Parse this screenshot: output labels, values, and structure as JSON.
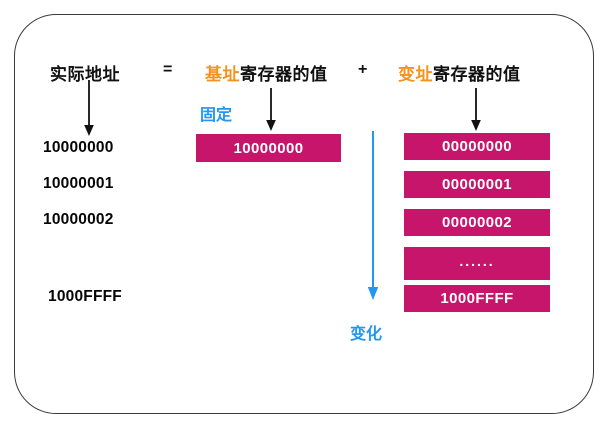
{
  "diagram": {
    "title_row": {
      "result_label": "实际地址",
      "equals_sign": "=",
      "base_term_highlight": "基址",
      "base_term_rest": "寄存器的值",
      "plus_sign": "+",
      "index_term_highlight": "变址",
      "index_term_rest": "寄存器的值"
    },
    "annotations": {
      "fixed_label": "固定",
      "changing_label": "变化"
    },
    "left_column": {
      "addresses": [
        "10000000",
        "10000001",
        "10000002",
        "1000FFFF"
      ]
    },
    "base_register": {
      "values": [
        "10000000"
      ]
    },
    "index_register": {
      "values": [
        "00000000",
        "00000001",
        "00000002",
        "......",
        "1000FFFF"
      ]
    },
    "colors": {
      "bar_fill": "#C6156B",
      "highlight_orange": "#F5921D",
      "annotation_blue": "#2196F3",
      "frame_border": "#3b3b3b",
      "text_black": "#050505"
    }
  }
}
